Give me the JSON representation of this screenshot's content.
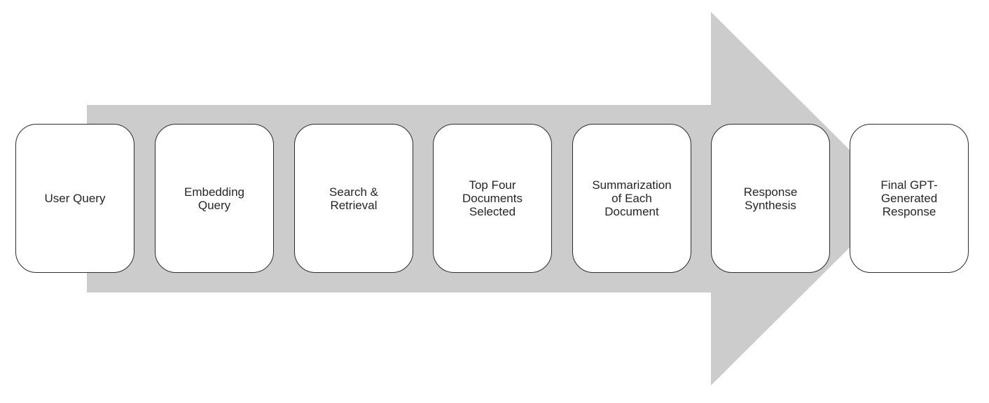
{
  "diagram": {
    "arrow_color": "#cccccc",
    "step_border_color": "#2b2b2b",
    "steps": [
      {
        "label": "User Query"
      },
      {
        "label": "Embedding\nQuery"
      },
      {
        "label": "Search &\nRetrieval"
      },
      {
        "label": "Top Four\nDocuments\nSelected"
      },
      {
        "label": "Summarization\nof Each\nDocument"
      },
      {
        "label": "Response\nSynthesis"
      },
      {
        "label": "Final GPT-\nGenerated\nResponse"
      }
    ]
  }
}
